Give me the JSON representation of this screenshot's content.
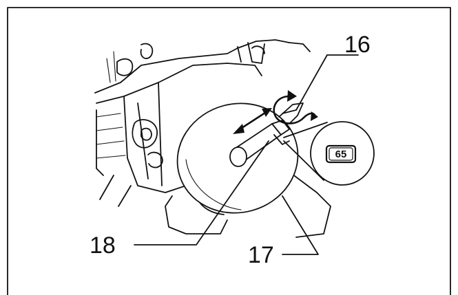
{
  "figure": {
    "callouts": [
      {
        "id": "16",
        "text": "16"
      },
      {
        "id": "17",
        "text": "17"
      },
      {
        "id": "18",
        "text": "18"
      }
    ],
    "badge": {
      "text": "65"
    }
  },
  "icons": [
    "bidirectional-arrow-icon",
    "rotate-arrows-icon",
    "magnified-detail-badge"
  ],
  "colors": {
    "line": "#111111",
    "background": "#ffffff"
  }
}
